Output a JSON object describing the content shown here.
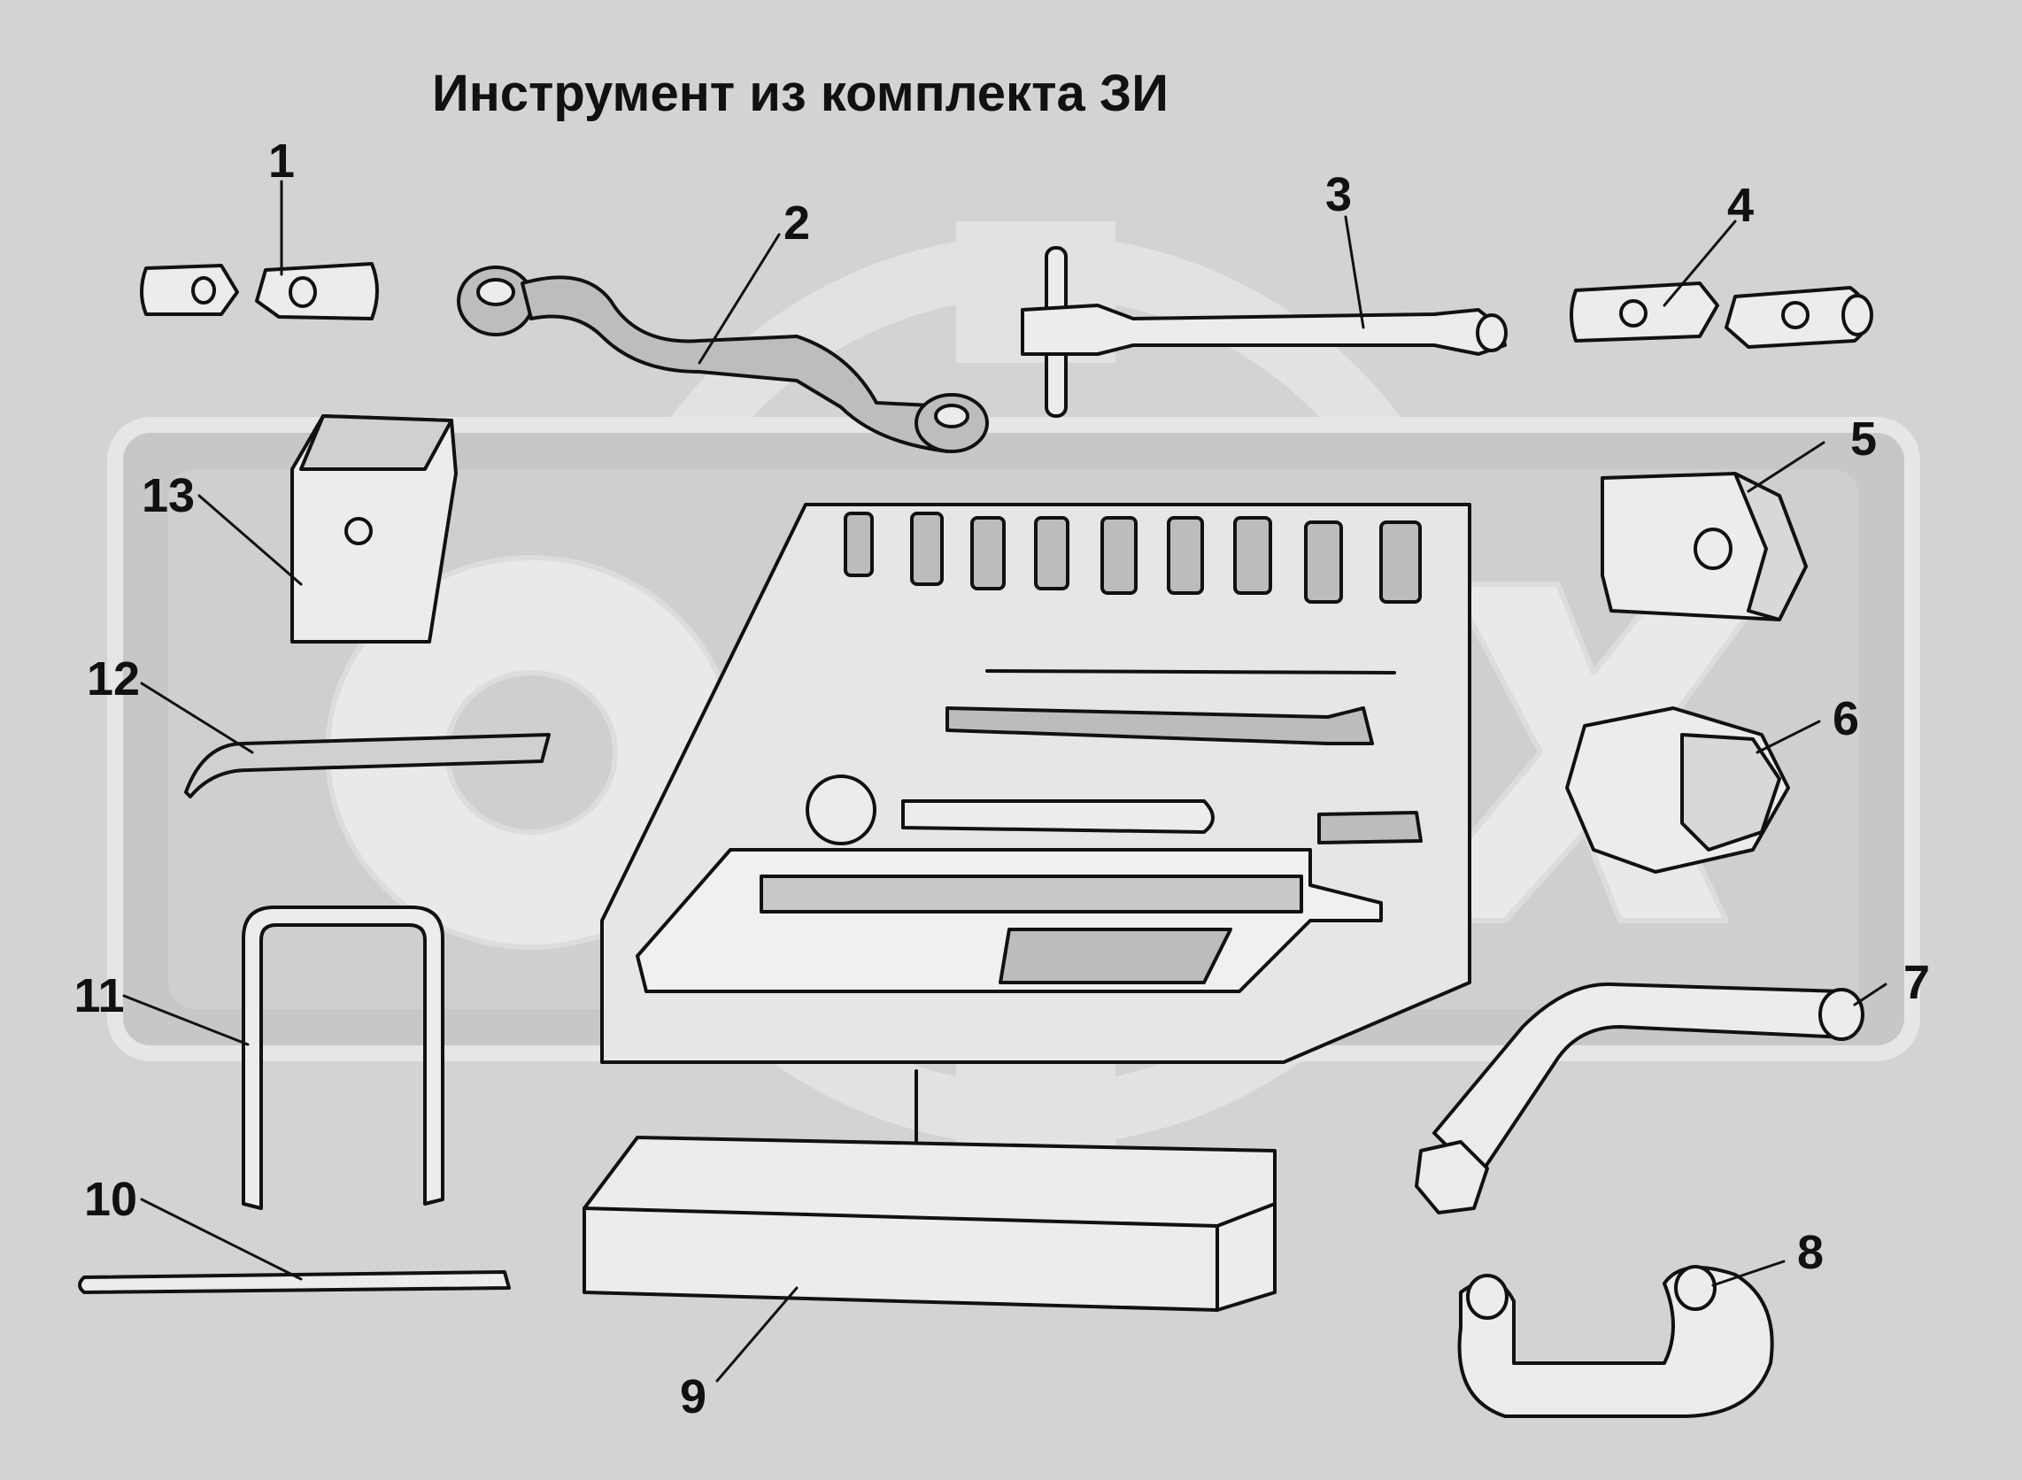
{
  "title": "Инструмент из комплекта ЗИ",
  "colors": {
    "background": "#d3d3d3",
    "watermark": "#e4e4e4",
    "line": "#111111",
    "part_fill": "#ececec"
  },
  "watermark": {
    "text": "OPEX",
    "style": "large outlined letters inside rounded frame with gear outline"
  },
  "callouts": [
    {
      "label": "1",
      "icon": "socket-wrench-pair-icon"
    },
    {
      "label": "2",
      "icon": "cranked-box-wrench-icon"
    },
    {
      "label": "3",
      "icon": "tee-handle-socket-wrench-icon"
    },
    {
      "label": "4",
      "icon": "socket-wrench-pair-icon"
    },
    {
      "label": "5",
      "icon": "hex-socket-head-icon"
    },
    {
      "label": "6",
      "icon": "hex-nut-socket-icon"
    },
    {
      "label": "7",
      "icon": "bent-bar-wrench-icon"
    },
    {
      "label": "8",
      "icon": "offset-box-wrench-icon"
    },
    {
      "label": "9",
      "icon": "tool-case-icon"
    },
    {
      "label": "10",
      "icon": "flat-bar-icon"
    },
    {
      "label": "11",
      "icon": "u-bolt-icon"
    },
    {
      "label": "12",
      "icon": "pry-bar-icon"
    },
    {
      "label": "13",
      "icon": "square-socket-icon"
    }
  ]
}
